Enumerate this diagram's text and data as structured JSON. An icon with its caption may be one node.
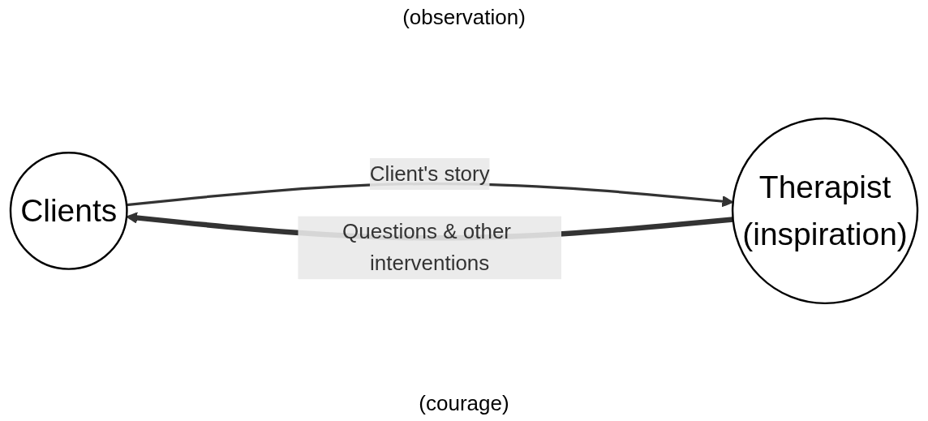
{
  "diagram": {
    "nodes": [
      {
        "text": [
          "Clients"
        ]
      },
      {
        "text": [
          "Therapist",
          "(inspiration)"
        ]
      }
    ],
    "edges": [
      {
        "from": 0,
        "to": 1,
        "arrow": "to",
        "label": "Client's story"
      },
      {
        "from": 1,
        "to": 0,
        "arrow": "to",
        "label": "Questions & other interventions",
        "style": "thick"
      }
    ],
    "labels": [
      "(observation)",
      "(courage)"
    ]
  }
}
